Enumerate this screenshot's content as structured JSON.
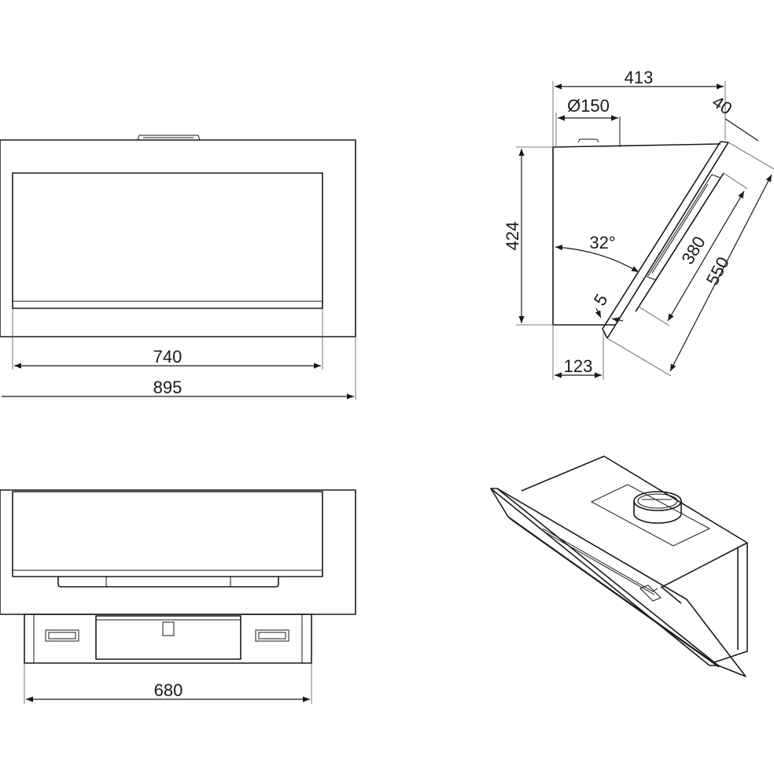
{
  "colors": {
    "line": "#1a1a1a",
    "background": "#ffffff"
  },
  "dimensions": {
    "front_inner_width": "740",
    "front_total_width": "895",
    "bottom_duct_width": "680",
    "side_top_depth": "413",
    "duct_diameter": "Ø150",
    "glass_offset": "40",
    "side_height": "424",
    "tilt_angle": "32°",
    "glass_thickness": "5",
    "bottom_depth": "123",
    "filter_length": "380",
    "glass_length": "550"
  }
}
